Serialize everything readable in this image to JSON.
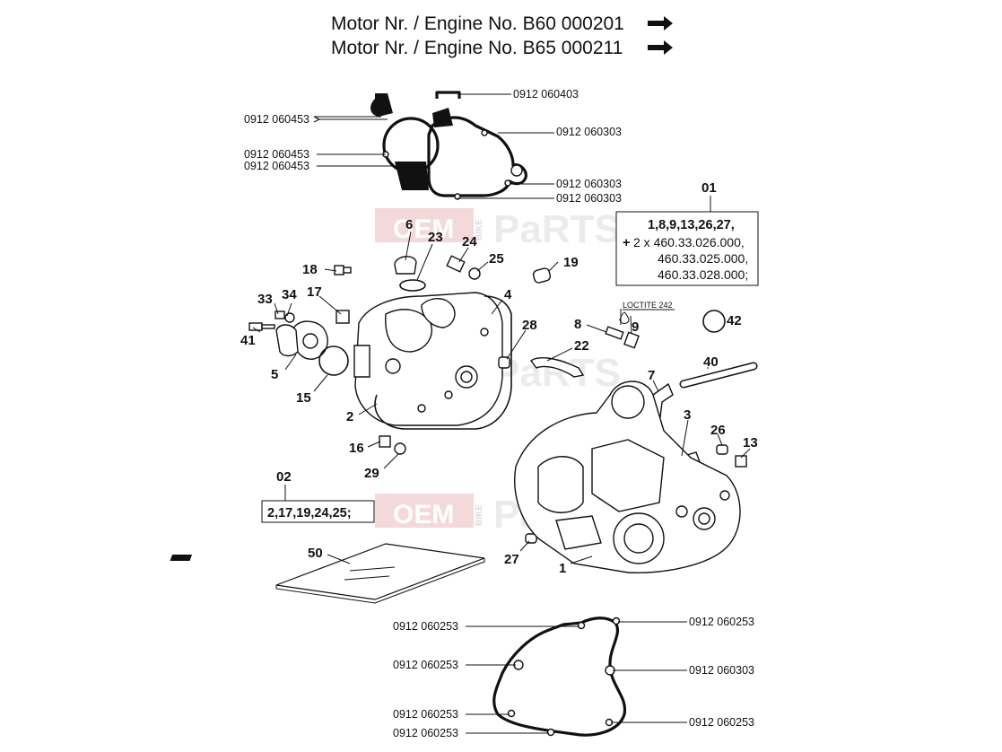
{
  "header": {
    "line1": "Motor Nr. / Engine No. B60 000201",
    "line2": "Motor Nr. / Engine No. B65 000211"
  },
  "watermark": {
    "oem": "OEM",
    "bike": "BIKE",
    "parts": "PaRTS"
  },
  "top_gasket_labels": {
    "p060403": "0912 060403",
    "p060453a": "0912 060453",
    "p060303a": "0912 060303",
    "p060453b": "0912 060453",
    "p060453c": "0912 060453",
    "p060303b": "0912 060303",
    "p060303c": "0912 060303"
  },
  "bottom_gasket_labels": {
    "l1": "0912 060253",
    "l2": "0912 060253",
    "l3": "0912 060253",
    "l4": "0912 060253",
    "r1": "0912 060253",
    "r2": "0912 060303",
    "r3": "0912 060253"
  },
  "set01": {
    "number": "01",
    "line1": "1,8,9,13,26,27,",
    "plus": "+",
    "line2": "2 x 460.33.026.000,",
    "line3": "460.33.025.000,",
    "line4": "460.33.028.000;"
  },
  "set02": {
    "number": "02",
    "line1": "2,17,19,24,25;"
  },
  "loctite": "LOCTITE 242",
  "parts": {
    "n1": "1",
    "n2": "2",
    "n3": "3",
    "n4": "4",
    "n5": "5",
    "n6": "6",
    "n7": "7",
    "n8": "8",
    "n9": "9",
    "n13": "13",
    "n15": "15",
    "n16": "16",
    "n17": "17",
    "n18": "18",
    "n19": "19",
    "n22": "22",
    "n23": "23",
    "n24": "24",
    "n25": "25",
    "n26": "26",
    "n27": "27",
    "n28": "28",
    "n29": "29",
    "n33": "33",
    "n34": "34",
    "n40": "40",
    "n41": "41",
    "n42": "42",
    "n50": "50"
  }
}
